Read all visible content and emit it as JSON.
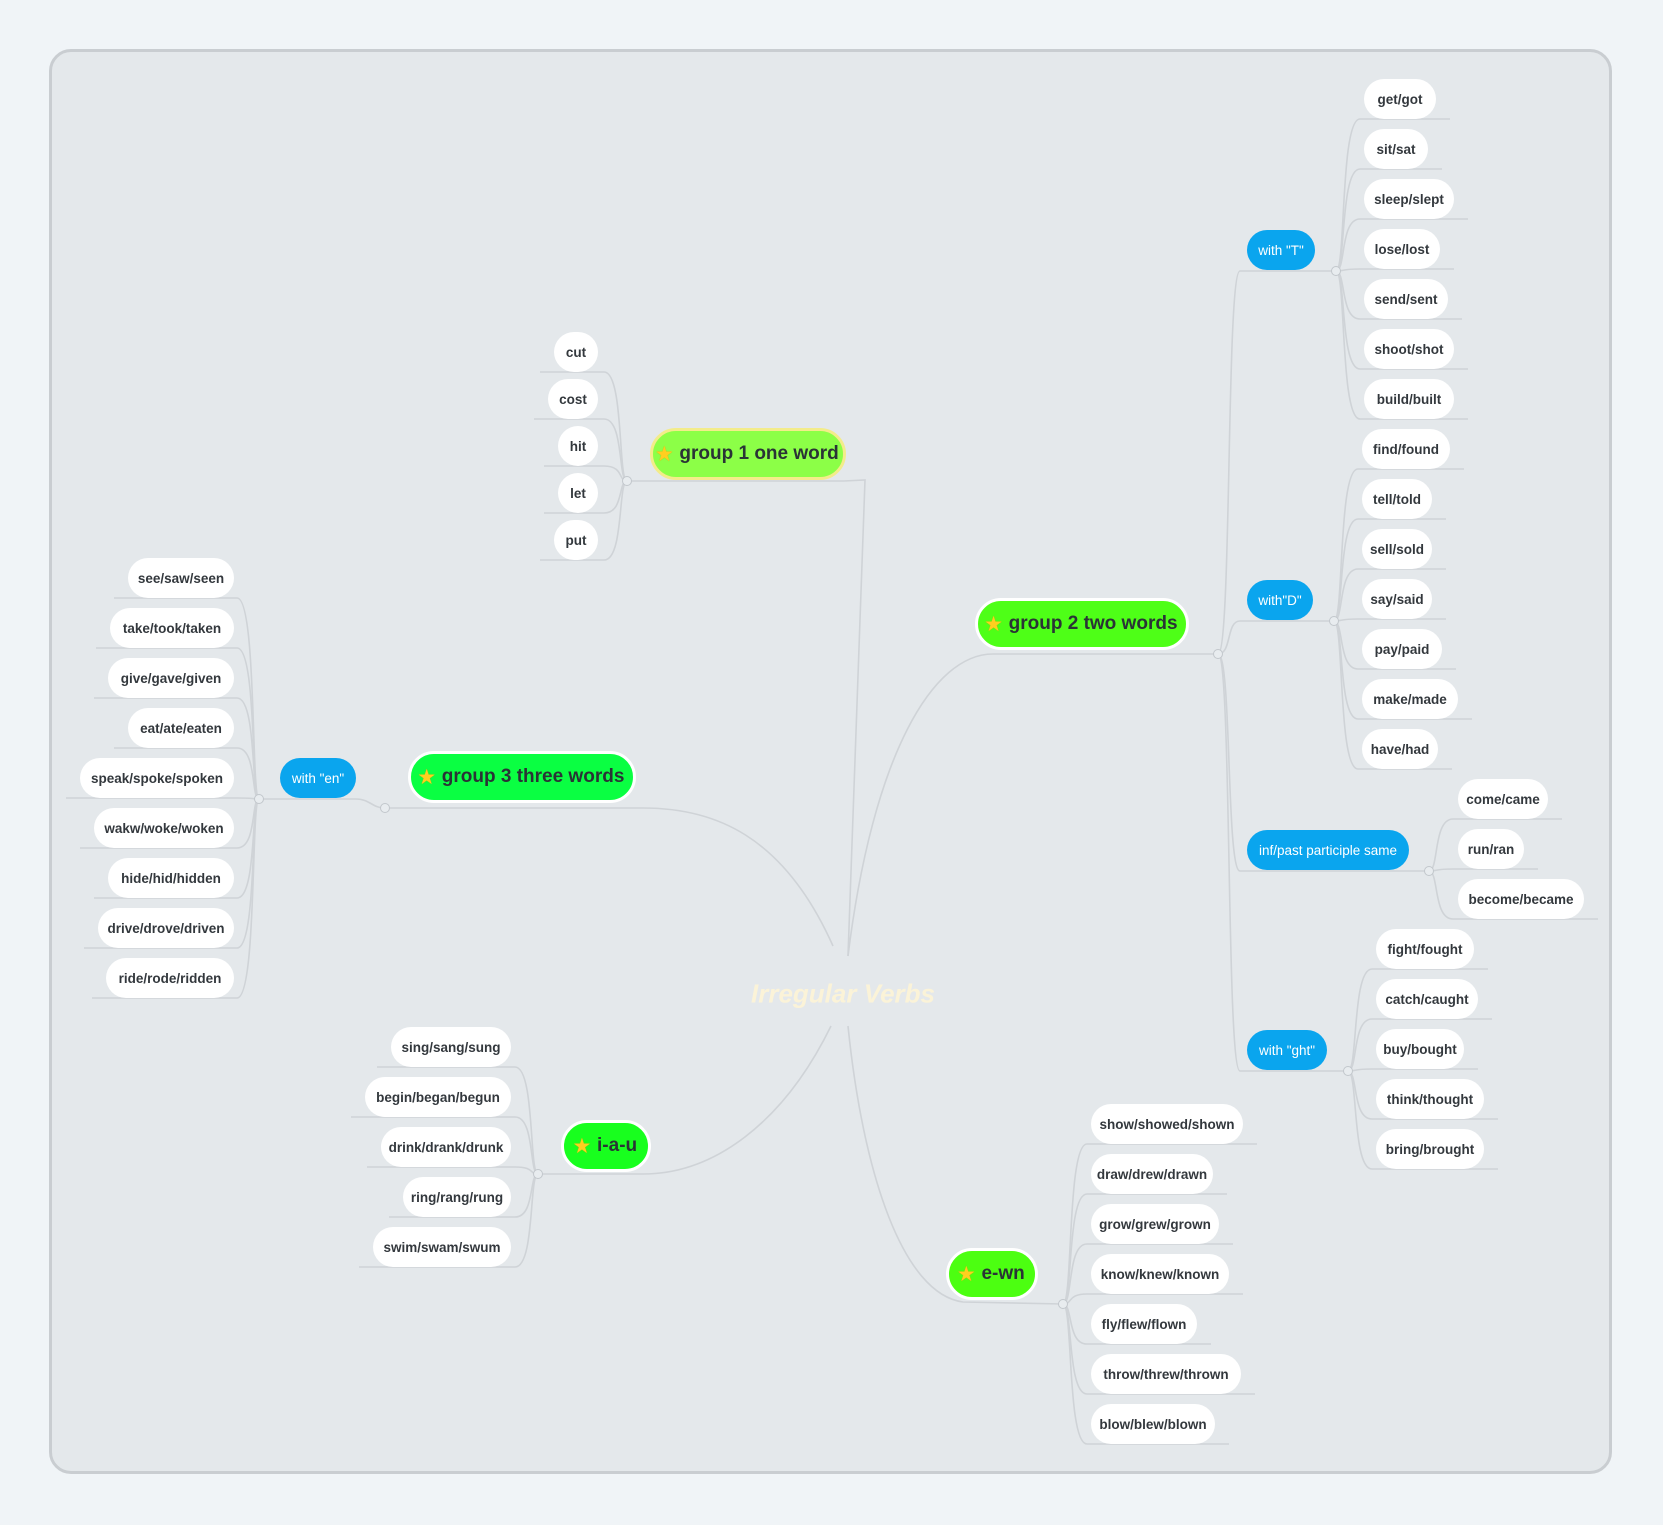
{
  "root": {
    "label": "Irregular Verbs"
  },
  "colors": {
    "canvas": "#e4e8eb",
    "border": "#c9cdd1",
    "link": "#cfd3d7",
    "leaf": "#ffffff",
    "subtopic": "#0aa5ee",
    "group1": "#8cff47",
    "group1_border": "#f3ec8a",
    "group2": "#4eff17",
    "group3": "#0aff42",
    "iau": "#18ff1e",
    "ewn": "#4cff11"
  },
  "icons": {
    "main": "star-icon"
  },
  "groups": [
    {
      "key": "group1",
      "label": "group 1 one word",
      "children": [
        {
          "key": "leaf",
          "label": "cut"
        },
        {
          "key": "leaf",
          "label": "cost"
        },
        {
          "key": "leaf",
          "label": "hit"
        },
        {
          "key": "leaf",
          "label": "let"
        },
        {
          "key": "leaf",
          "label": "put"
        }
      ]
    },
    {
      "key": "group2",
      "label": "group 2 two words",
      "children": [
        {
          "key": "sub",
          "label": "with \"T\"",
          "children": [
            {
              "label": "get/got"
            },
            {
              "label": "sit/sat"
            },
            {
              "label": "sleep/slept"
            },
            {
              "label": "lose/lost"
            },
            {
              "label": "send/sent"
            },
            {
              "label": "shoot/shot"
            },
            {
              "label": "build/built"
            }
          ]
        },
        {
          "key": "sub",
          "label": "with\"D\"",
          "children": [
            {
              "label": "find/found"
            },
            {
              "label": "tell/told"
            },
            {
              "label": "sell/sold"
            },
            {
              "label": "say/said"
            },
            {
              "label": "pay/paid"
            },
            {
              "label": "make/made"
            },
            {
              "label": "have/had"
            }
          ]
        },
        {
          "key": "sub",
          "label": "inf/past participle same",
          "children": [
            {
              "label": "come/came"
            },
            {
              "label": "run/ran"
            },
            {
              "label": "become/became"
            }
          ]
        },
        {
          "key": "sub",
          "label": "with \"ght\"",
          "children": [
            {
              "label": "fight/fought"
            },
            {
              "label": "catch/caught"
            },
            {
              "label": "buy/bought"
            },
            {
              "label": "think/thought"
            },
            {
              "label": "bring/brought"
            }
          ]
        }
      ]
    },
    {
      "key": "group3",
      "label": "group 3 three words",
      "children": [
        {
          "key": "sub",
          "label": "with \"en\"",
          "children": [
            {
              "label": "see/saw/seen"
            },
            {
              "label": "take/took/taken"
            },
            {
              "label": "give/gave/given"
            },
            {
              "label": "eat/ate/eaten"
            },
            {
              "label": "speak/spoke/spoken"
            },
            {
              "label": "wakw/woke/woken"
            },
            {
              "label": "hide/hid/hidden"
            },
            {
              "label": "drive/drove/driven"
            },
            {
              "label": "ride/rode/ridden"
            }
          ]
        }
      ]
    },
    {
      "key": "iau",
      "label": "i-a-u",
      "children": [
        {
          "key": "leaf",
          "label": "sing/sang/sung"
        },
        {
          "key": "leaf",
          "label": "begin/began/begun"
        },
        {
          "key": "leaf",
          "label": "drink/drank/drunk"
        },
        {
          "key": "leaf",
          "label": "ring/rang/rung"
        },
        {
          "key": "leaf",
          "label": "swim/swam/swum"
        }
      ]
    },
    {
      "key": "ewn",
      "label": "e-wn",
      "children": [
        {
          "key": "leaf",
          "label": "show/showed/shown"
        },
        {
          "key": "leaf",
          "label": "draw/drew/drawn"
        },
        {
          "key": "leaf",
          "label": "grow/grew/grown"
        },
        {
          "key": "leaf",
          "label": "know/knew/known"
        },
        {
          "key": "leaf",
          "label": "fly/flew/flown"
        },
        {
          "key": "leaf",
          "label": "throw/threw/thrown"
        },
        {
          "key": "leaf",
          "label": "blow/blew/blown"
        }
      ]
    }
  ]
}
